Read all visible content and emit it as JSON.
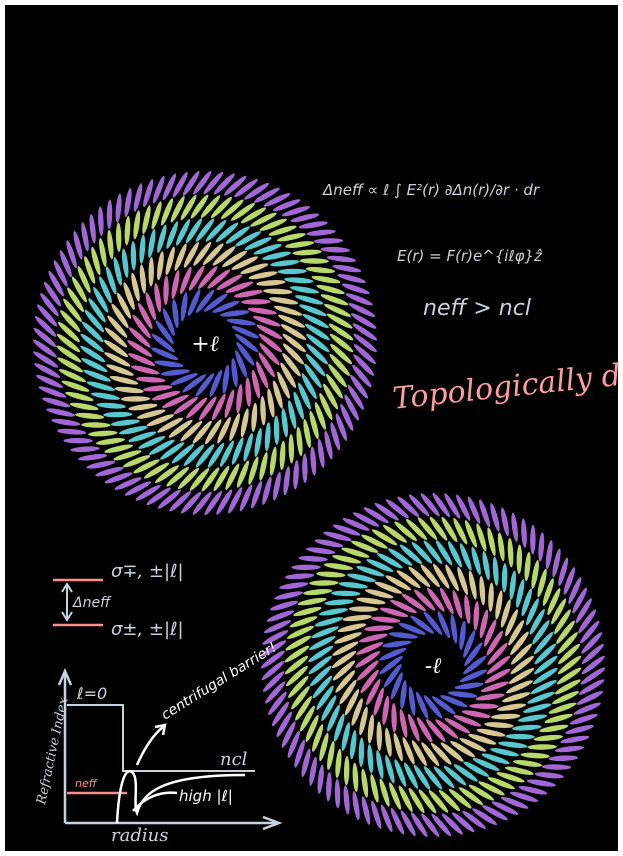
{
  "vortex_top": {
    "charge_label": "+ℓ"
  },
  "vortex_bottom": {
    "charge_label": "-ℓ"
  },
  "ring_colors": [
    "#5b63e0",
    "#e070c0",
    "#e8d8a0",
    "#5fd8e0",
    "#c8ec72",
    "#b070e8"
  ],
  "equations": {
    "eq1": "Δneff ∝ ℓ ∫ E²(r) ∂Δn(r)/∂r · dr",
    "eq2": "E(r) = F(r)e^{iℓφ}ẑ",
    "eq3": "neff > ncl"
  },
  "note": "Topologically defined!",
  "degeneracy": {
    "upper": "σ∓, ±|ℓ|",
    "lower": "σ±, ±|ℓ|",
    "splitting": "Δneff"
  },
  "profile_plot": {
    "ylabel": "Refractive Index",
    "xlabel": "radius",
    "l0": "ℓ=0",
    "ncl": "ncl",
    "neff": "neff",
    "high_l": "high |ℓ|",
    "barrier": "centrifugal barrier!"
  },
  "colors": {
    "background": "#000000",
    "chalk": "#c9d3df",
    "pink": "#ff9e9e"
  }
}
